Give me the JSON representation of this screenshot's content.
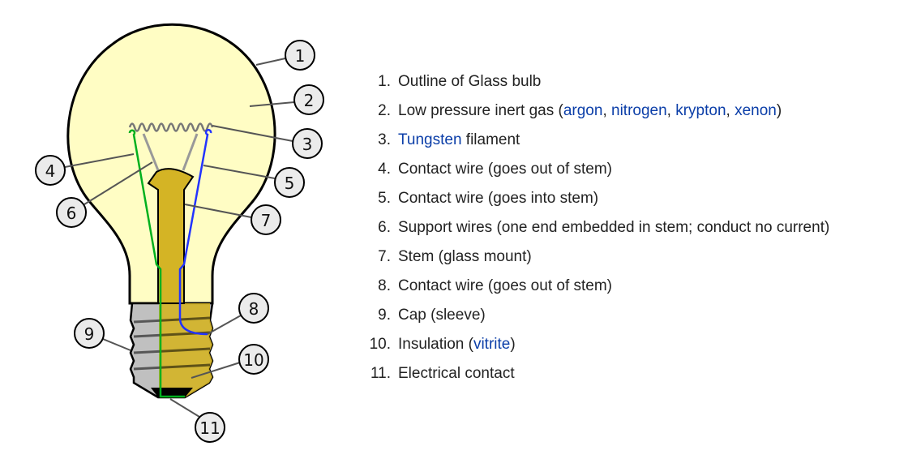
{
  "callouts": [
    "1",
    "2",
    "3",
    "4",
    "5",
    "6",
    "7",
    "8",
    "9",
    "10",
    "11"
  ],
  "legend": [
    {
      "num": "1.",
      "parts": [
        {
          "t": "Outline of Glass bulb"
        }
      ]
    },
    {
      "num": "2.",
      "parts": [
        {
          "t": "Low pressure inert gas ("
        },
        {
          "t": "argon",
          "link": true
        },
        {
          "t": ", "
        },
        {
          "t": "nitrogen",
          "link": true
        },
        {
          "t": ", "
        },
        {
          "t": "krypton",
          "link": true
        },
        {
          "t": ", "
        },
        {
          "t": "xenon",
          "link": true
        },
        {
          "t": ")"
        }
      ]
    },
    {
      "num": "3.",
      "parts": [
        {
          "t": "Tungsten",
          "link": true
        },
        {
          "t": " filament"
        }
      ]
    },
    {
      "num": "4.",
      "parts": [
        {
          "t": "Contact wire (goes out of stem)"
        }
      ]
    },
    {
      "num": "5.",
      "parts": [
        {
          "t": "Contact wire (goes into stem)"
        }
      ]
    },
    {
      "num": "6.",
      "parts": [
        {
          "t": "Support wires (one end embedded in stem; conduct no current)"
        }
      ]
    },
    {
      "num": "7.",
      "parts": [
        {
          "t": "Stem (glass mount)"
        }
      ]
    },
    {
      "num": "8.",
      "parts": [
        {
          "t": "Contact wire (goes out of stem)"
        }
      ]
    },
    {
      "num": "9.",
      "parts": [
        {
          "t": "Cap (sleeve)"
        }
      ]
    },
    {
      "num": "10.",
      "parts": [
        {
          "t": "Insulation ("
        },
        {
          "t": "vitrite",
          "link": true
        },
        {
          "t": ")"
        }
      ]
    },
    {
      "num": "11.",
      "parts": [
        {
          "t": "Electrical contact"
        }
      ]
    }
  ],
  "colors": {
    "glass": "#fffdc4",
    "stem": "#d4b425",
    "cap": "#c0c0c0",
    "wire_out": "#00b01e",
    "wire_in": "#2233ff",
    "link": "#0b3ea8"
  }
}
